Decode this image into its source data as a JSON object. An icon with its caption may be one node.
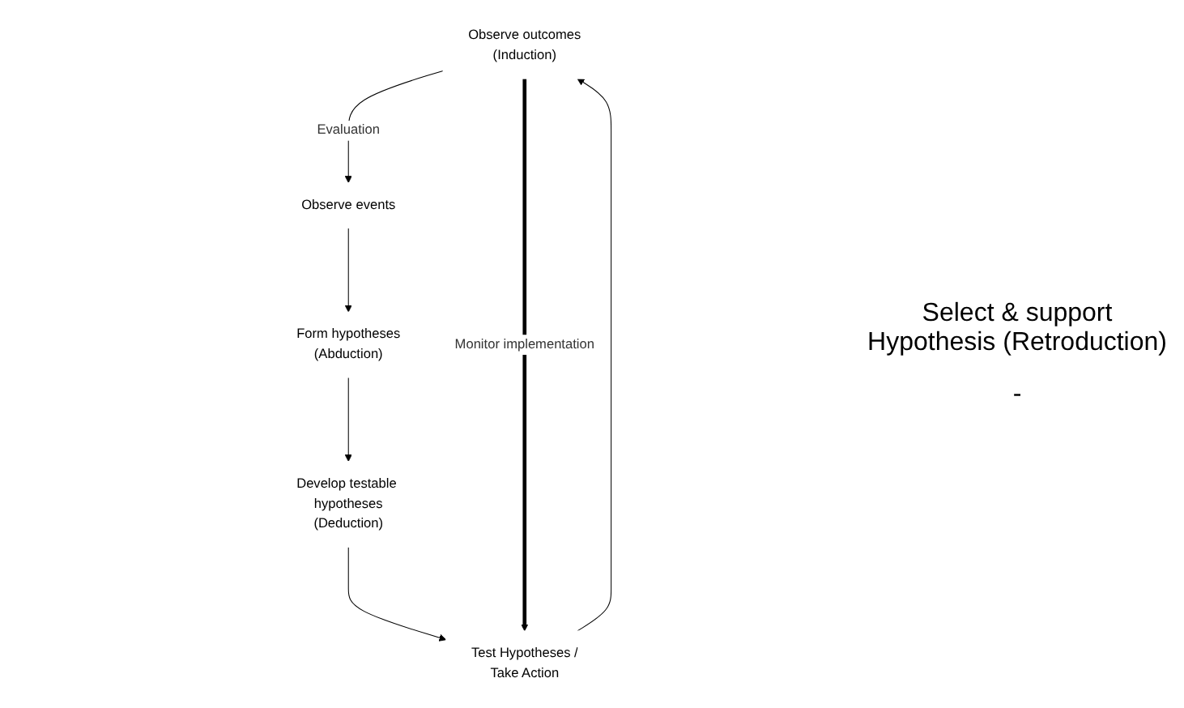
{
  "diagram": {
    "nodes": [
      {
        "text": [
          "Observe outcomes",
          "(Induction)"
        ]
      },
      {
        "text": [
          "Observe events"
        ]
      },
      {
        "text": [
          "Form hypotheses",
          "(Abduction)"
        ]
      },
      {
        "text": [
          "Develop testable hypotheses",
          "(Deduction)"
        ]
      },
      {
        "text": [
          "Test Hypotheses /",
          "Take Action"
        ]
      }
    ],
    "edges": [
      {
        "from": 0,
        "to": 1,
        "arrow": "to",
        "label": "Evaluation"
      },
      {
        "from": 1,
        "to": 2,
        "arrow": "to"
      },
      {
        "from": 2,
        "to": 3,
        "arrow": "to"
      },
      {
        "from": 3,
        "to": 4,
        "arrow": "to"
      },
      {
        "from": 4,
        "to": 0,
        "arrow": "to"
      },
      {
        "from": 0,
        "to": 4,
        "arrow": "to",
        "label": "Monitor implementation",
        "style": "thick"
      }
    ],
    "labels": [
      "Select & support Hypothesis (Retroduction)",
      "-"
    ]
  }
}
